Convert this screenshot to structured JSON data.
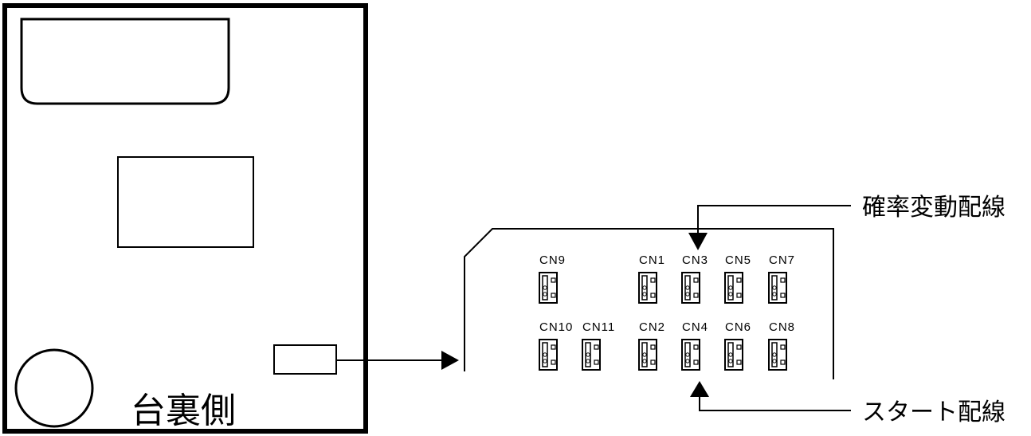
{
  "board": {
    "side_label": "台裏側"
  },
  "connectors": {
    "row1": [
      "CN9",
      "CN1",
      "CN3",
      "CN5",
      "CN7"
    ],
    "row2": [
      "CN10",
      "CN11",
      "CN2",
      "CN4",
      "CN6",
      "CN8"
    ]
  },
  "callouts": {
    "top": "確率変動配線",
    "bottom": "スタート配線"
  }
}
